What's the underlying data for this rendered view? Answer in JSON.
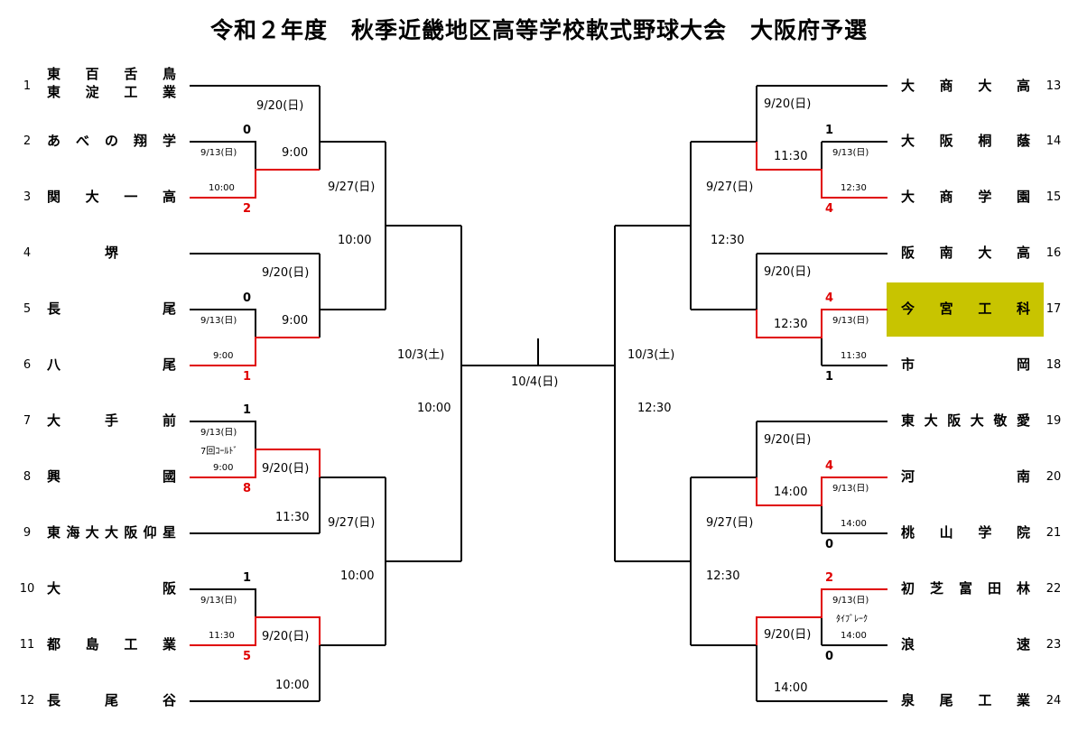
{
  "title": "令和２年度　秋季近畿地区高等学校軟式野球大会　大阪府予選",
  "numbers": [
    "1",
    "2",
    "3",
    "4",
    "5",
    "6",
    "7",
    "8",
    "9",
    "10",
    "11",
    "12",
    "13",
    "14",
    "15",
    "16",
    "17",
    "18",
    "19",
    "20",
    "21",
    "22",
    "23",
    "24"
  ],
  "team1a": [
    "東",
    "百",
    "舌",
    "鳥"
  ],
  "team1b": [
    "東",
    "淀",
    "工",
    "業"
  ],
  "teams_left": [
    [
      "あ",
      "べ",
      "の",
      "翔",
      "学"
    ],
    [
      "関",
      "大",
      "一",
      "高"
    ],
    [
      "堺"
    ],
    [
      "長",
      "尾"
    ],
    [
      "八",
      "尾"
    ],
    [
      "大",
      "手",
      "前"
    ],
    [
      "興",
      "國"
    ],
    [
      "東",
      "海",
      "大",
      "大",
      "阪",
      "仰",
      "星"
    ],
    [
      "大",
      "阪"
    ],
    [
      "都",
      "島",
      "工",
      "業"
    ],
    [
      "長",
      "尾",
      "谷"
    ]
  ],
  "teams_right": [
    [
      "大",
      "商",
      "大",
      "高"
    ],
    [
      "大",
      "阪",
      "桐",
      "蔭"
    ],
    [
      "大",
      "商",
      "学",
      "園"
    ],
    [
      "阪",
      "南",
      "大",
      "高"
    ],
    [
      "今",
      "宮",
      "工",
      "科"
    ],
    [
      "市",
      "岡"
    ],
    [
      "東",
      "大",
      "阪",
      "大",
      "敬",
      "愛"
    ],
    [
      "河",
      "南"
    ],
    [
      "桃",
      "山",
      "学",
      "院"
    ],
    [
      "初",
      "芝",
      "富",
      "田",
      "林"
    ],
    [
      "浪",
      "速"
    ],
    [
      "泉",
      "尾",
      "工",
      "業"
    ]
  ],
  "highlight_color": "#c8c400",
  "labels": {
    "d920": "9/20(日)",
    "d913": "9/13(日)",
    "d927": "9/27(日)",
    "d103": "10/3(土)",
    "d104": "10/4(日)",
    "t900": "9:00",
    "t1000": "10:00",
    "t1130": "11:30",
    "t1230": "12:30",
    "t1400": "14:00",
    "cold": "7回ｺｰﾙﾄﾞ",
    "tiebreak": "ﾀｲﾌﾞﾚｰｸ"
  },
  "scores": {
    "g1": [
      "0",
      "2"
    ],
    "g2": [
      "0",
      "1"
    ],
    "g3": [
      "1",
      "8"
    ],
    "g4": [
      "1",
      "5"
    ],
    "g5": [
      "1",
      "4"
    ],
    "g6": [
      "4",
      "1"
    ],
    "g7": [
      "4",
      "0"
    ],
    "g8": [
      "2",
      "0"
    ]
  }
}
